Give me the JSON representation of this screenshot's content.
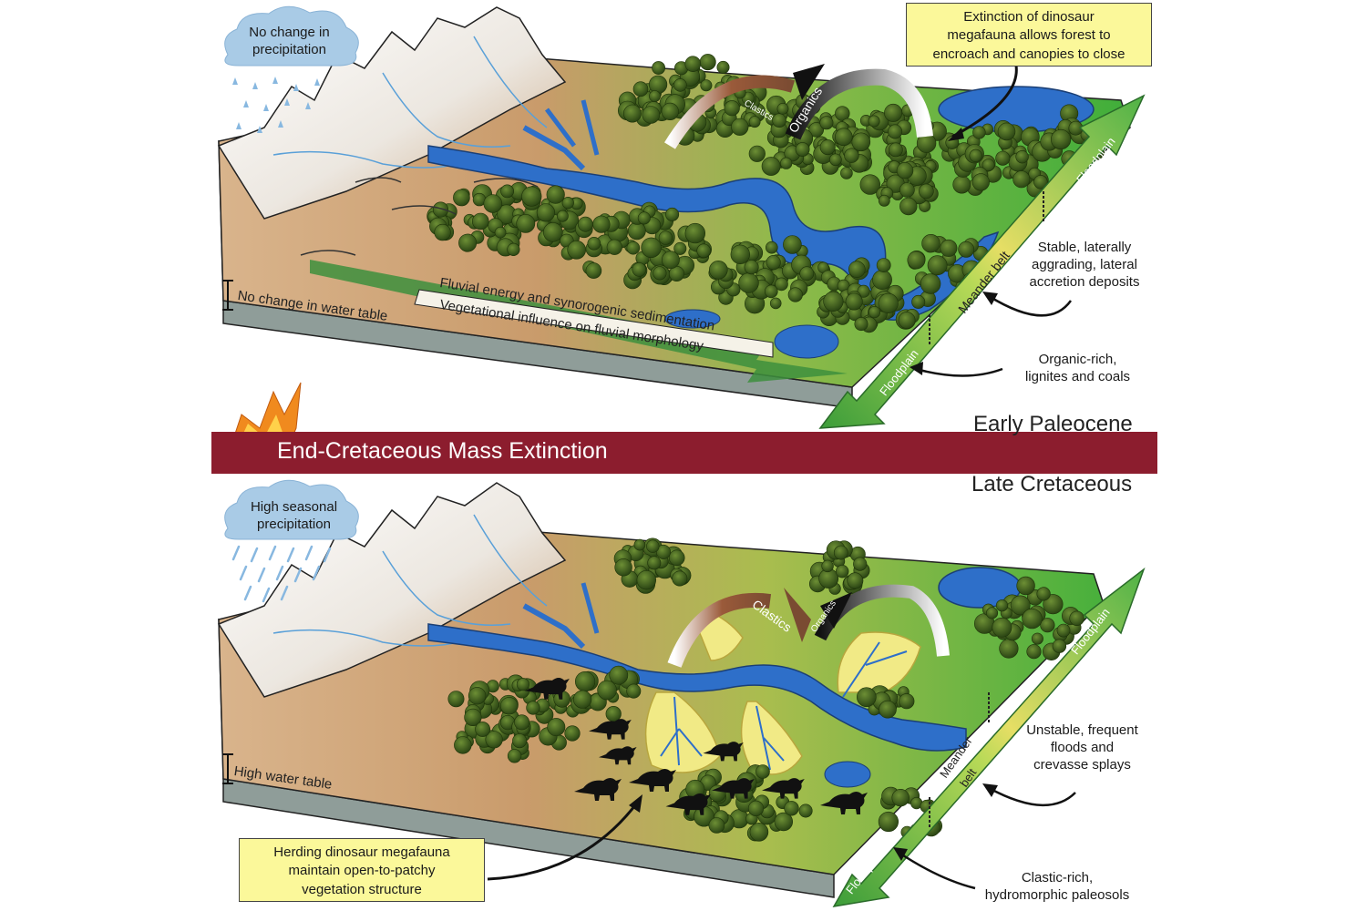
{
  "top_panel": {
    "cloud_text": [
      "No change in",
      "precipitation"
    ],
    "callout": [
      "Extinction of dinosaur",
      "megafauna allows forest to",
      "encroach and canopies to close"
    ],
    "water_table": "No change in water table",
    "arrow_text_1": "Fluvial energy and synorogenic sedimentation",
    "arrow_text_2": "Vegetational influence on fluvial morphology",
    "flux_clastics": "Clastics",
    "flux_organics": "Organics",
    "axis_floodplain_upper": "Floodplain",
    "axis_meander": "Meander belt",
    "axis_floodplain_lower": "Floodplain",
    "note_meander": [
      "Stable, laterally",
      "aggrading, lateral",
      "accretion deposits"
    ],
    "note_floodplain": [
      "Organic-rich,",
      "lignites and coals"
    ]
  },
  "band": {
    "upper_era": "Early Paleocene",
    "title": "End-Cretaceous Mass Extinction",
    "lower_era": "Late Cretaceous"
  },
  "bottom_panel": {
    "cloud_text": [
      "High seasonal",
      "precipitation"
    ],
    "water_table": "High water table",
    "flux_clastics": "Clastics",
    "flux_organics": "Organics",
    "axis_floodplain_upper": "Floodplain",
    "axis_meander_1": "Meander",
    "axis_meander_2": "belt",
    "axis_floodplain_lower": "Floodplain",
    "note_meander": [
      "Unstable, frequent",
      "floods and",
      "crevasse splays"
    ],
    "note_floodplain": [
      "Clastic-rich,",
      "hydromorphic paleosols"
    ],
    "callout": [
      "Herding dinosaur megafauna",
      "maintain open-to-patchy",
      "vegetation structure"
    ]
  },
  "colors": {
    "band": "#8c1d2e",
    "callout_fill": "#fbf89a",
    "water": "#2e6fc9",
    "forest": "#3f5f1e",
    "floodplain_green": "#5cbb3c",
    "sediment_brown": "#b07a4a",
    "crevasse_splay": "#f1ea86"
  },
  "icons": [
    "rain-cloud-icon",
    "meteor-icon",
    "dinosaur-icon",
    "tree-canopy-icon",
    "curved-arrow-icon"
  ]
}
